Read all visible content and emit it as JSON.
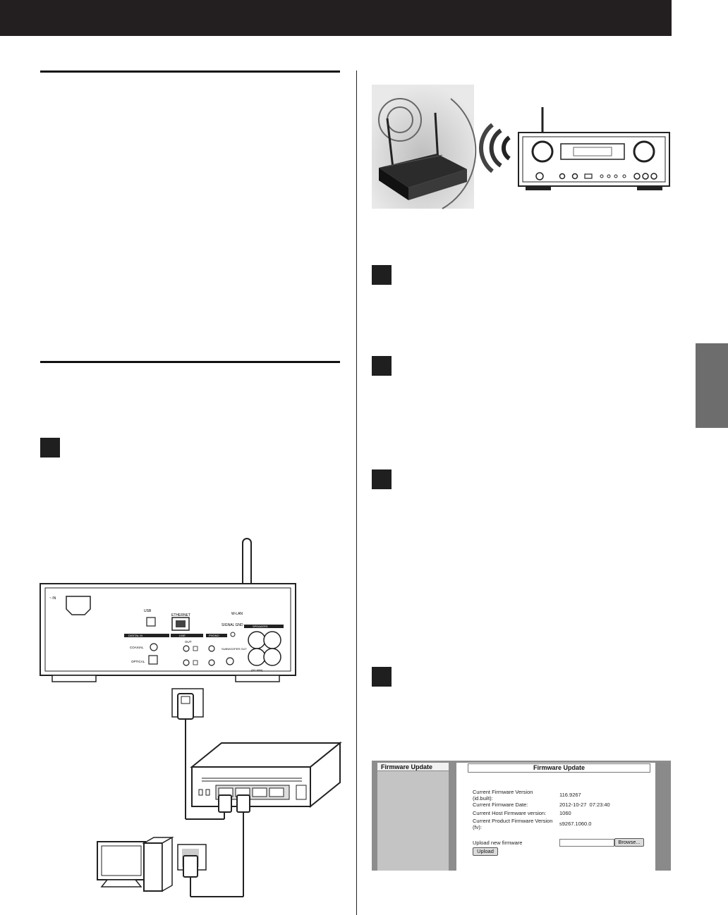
{
  "firmware_screen": {
    "sidebar_title": "Firmware Update",
    "main_title": "Firmware Update",
    "rows": [
      {
        "label": "Current Firmware Version\n(id.built):",
        "value": "116.9267"
      },
      {
        "label": "Current Firmware Date:",
        "value": "2012-10-27  07:23:40"
      },
      {
        "label": "Current Host Firmware version:",
        "value": "1060"
      },
      {
        "label": "Current Product Firmware Version\n(fv):",
        "value": "s9267.1060.0"
      }
    ],
    "upload_label": "Upload new firmware",
    "browse_button": "Browse...",
    "upload_button": "Upload"
  },
  "rear_panel": {
    "usb": "USB",
    "ethernet": "ETHERNET",
    "wlan": "W-LAN",
    "signal_gnd": "SIGNAL GND",
    "digital_in": "DIGITAL IN",
    "coaxial": "COAXIAL",
    "optical": "OPTICAL",
    "line": "LINE",
    "out": "OUT",
    "phono": "PHONO",
    "subwoofer_out": "SUBWOOFER OUT",
    "speakers": "SPEAKERS",
    "impedance": "(6Ω MIN)",
    "ac_in": "~ IN"
  },
  "colors": {
    "header": "#231f20",
    "side_tab": "#6d6d6d",
    "step_box": "#1f1f1f"
  }
}
